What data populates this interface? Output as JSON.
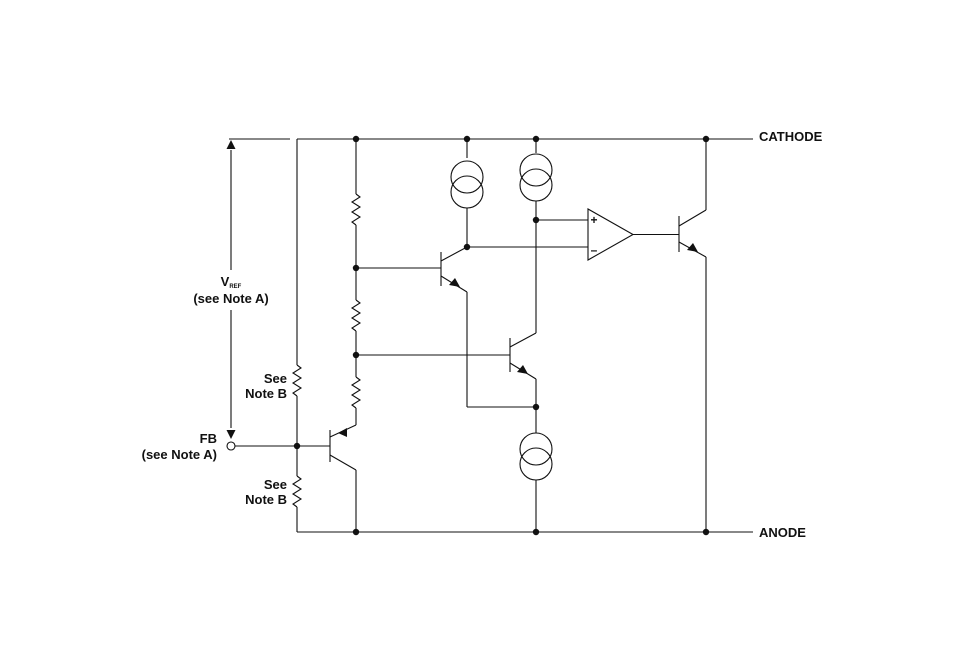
{
  "labels": {
    "cathode": "CATHODE",
    "anode": "ANODE",
    "vref_main": "V",
    "vref_sub": "REF",
    "vref_note": "(see Note A)",
    "fb": "FB",
    "fb_note": "(see Note A)",
    "res_top_l1": "See",
    "res_top_l2": "Note B",
    "res_bot_l1": "See",
    "res_bot_l2": "Note B",
    "opamp_plus": "+",
    "opamp_minus": "–"
  },
  "colors": {
    "ink": "#111111",
    "background": "#ffffff"
  }
}
